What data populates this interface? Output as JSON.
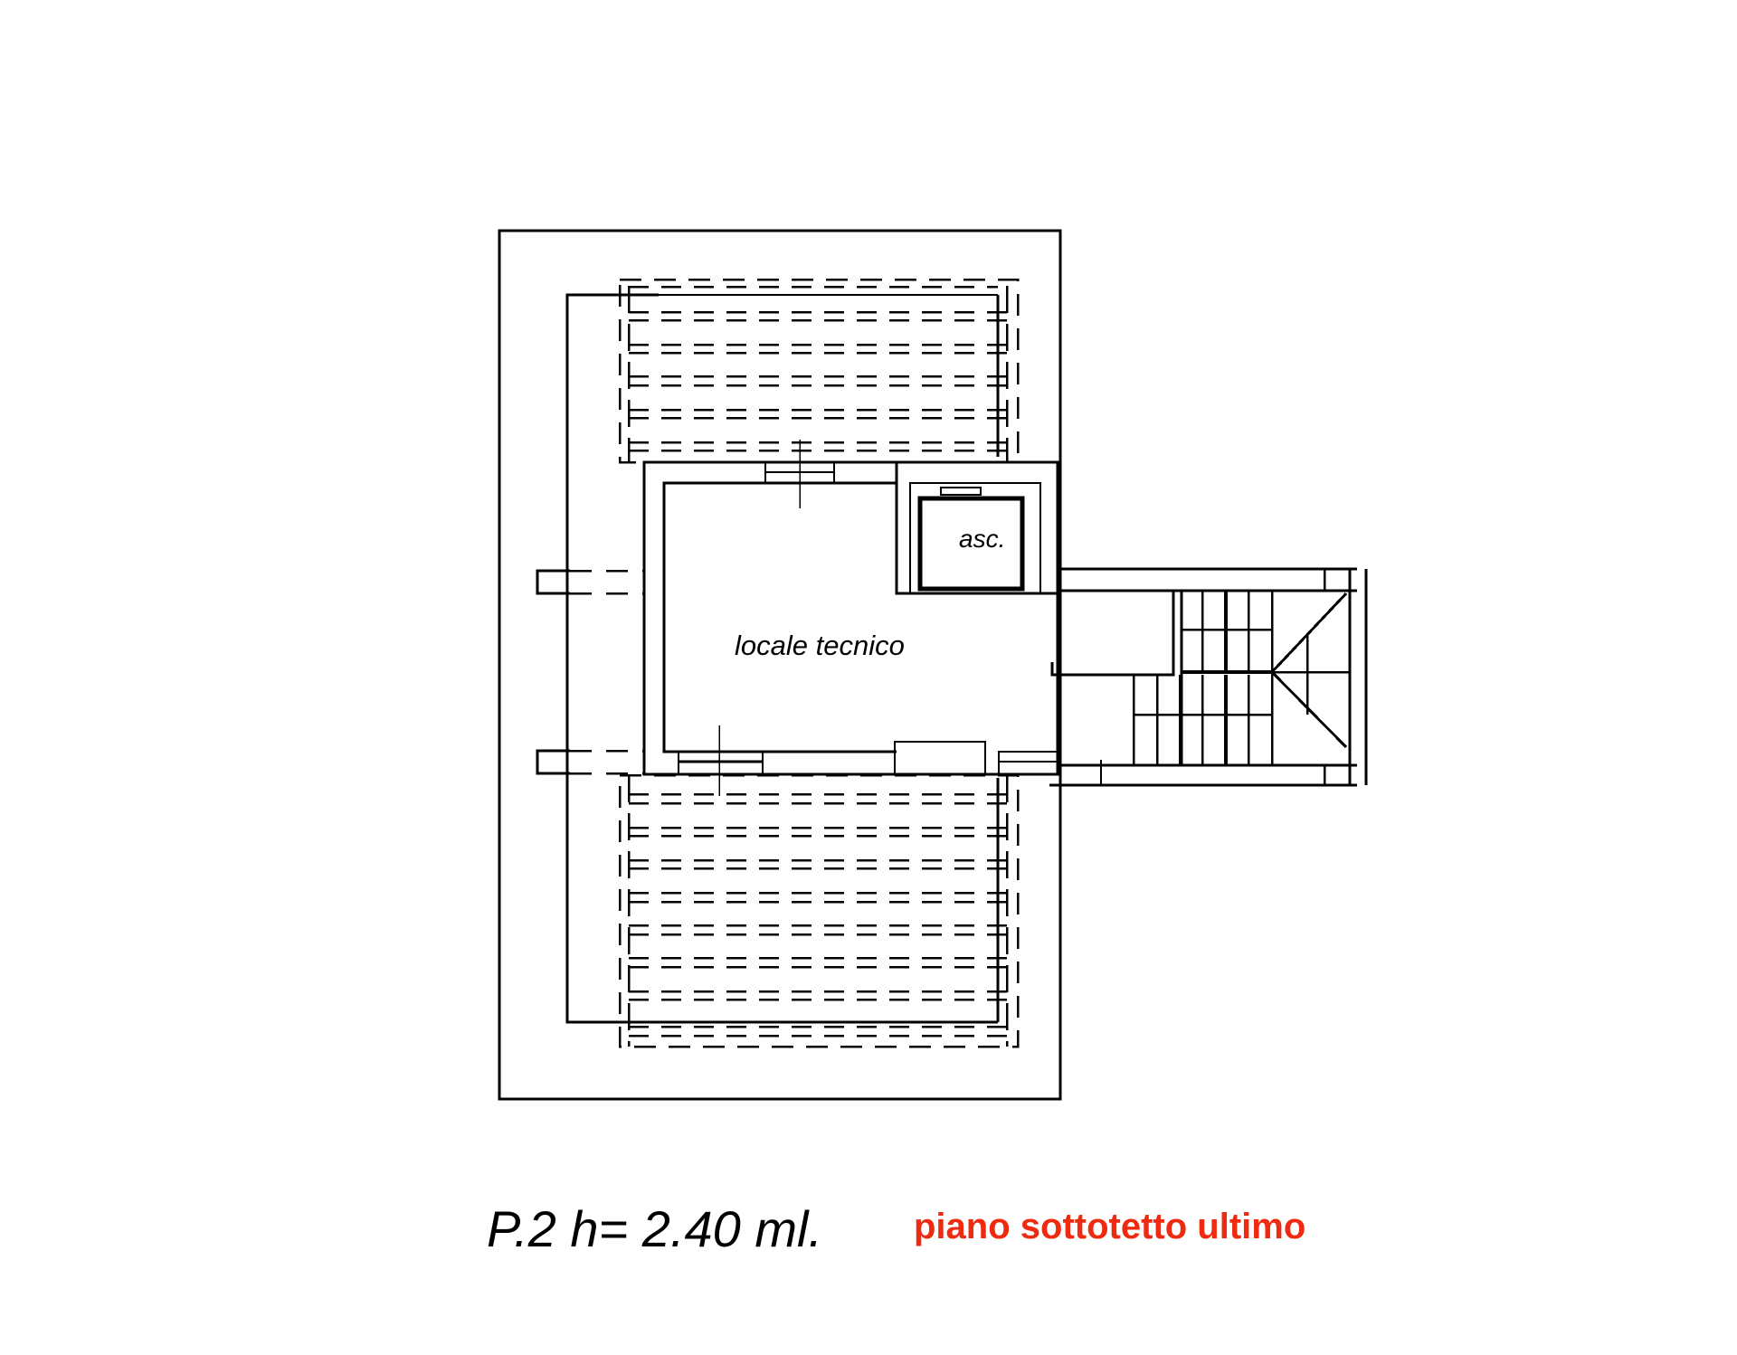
{
  "plan": {
    "rooms": [
      {
        "id": "locale-tecnico",
        "label": "locale tecnico"
      },
      {
        "id": "ascensore",
        "label": "asc."
      }
    ],
    "floor_label": "P.2 h= 2.40 ml.",
    "floor_description": "piano sottotetto ultimo",
    "colors": {
      "lines": "#000000",
      "background": "#ffffff",
      "description_accent": "#ee2a10"
    }
  }
}
